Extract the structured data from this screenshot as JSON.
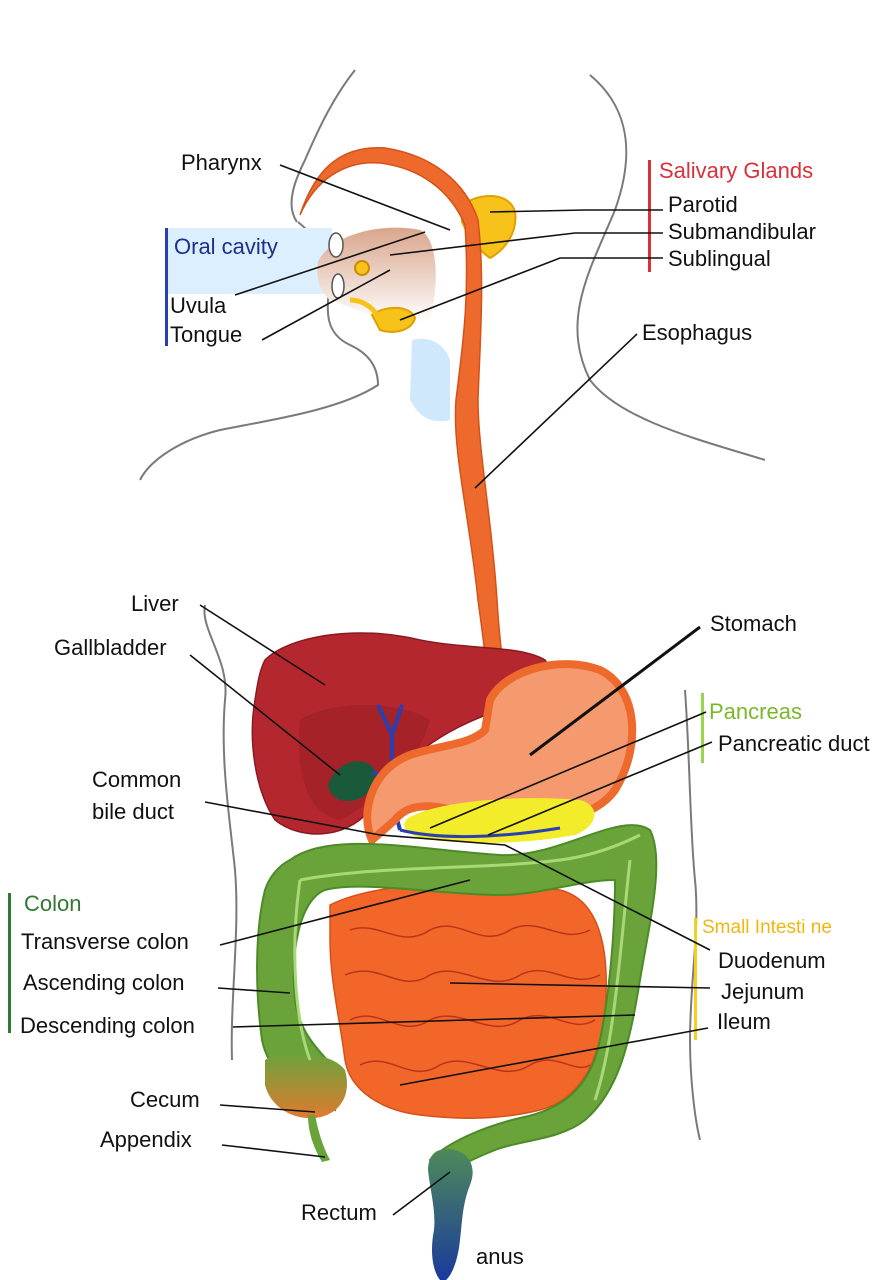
{
  "groups": {
    "salivary": "Salivary Glands",
    "oral": "Oral cavity",
    "pancreas": "Pancreas",
    "colon": "Colon",
    "small": "Small Intesti ne"
  },
  "labels": {
    "pharynx": "Pharynx",
    "parotid": "Parotid",
    "submandibular": "Submandibular",
    "sublingual": "Sublingual",
    "uvula": "Uvula",
    "tongue": "Tongue",
    "esophagus": "Esophagus",
    "liver": "Liver",
    "gallbladder": "Gallbladder",
    "stomach": "Stomach",
    "pancreatic_duct": "Pancreatic duct",
    "common_bile_1": "Common",
    "common_bile_2": "bile duct",
    "transverse": "Transverse colon",
    "ascending": "Ascending colon",
    "descending": "Descending colon",
    "duodenum": "Duodenum",
    "jejunum": "Jejunum",
    "ileum": "Ileum",
    "cecum": "Cecum",
    "appendix": "Appendix",
    "rectum": "Rectum",
    "anus": "anus"
  },
  "colors": {
    "salivary": "#d9303a",
    "oral": "#1d2f8c",
    "pancreas": "#7ab82a",
    "colon": "#2f7a2f",
    "small": "#f2b60f",
    "esophagus": "#ee6a2c",
    "liver": "#b5272f",
    "colon_fill": "#6aa33a",
    "intestine": "#f2662a",
    "stomach": "#f59a6e"
  }
}
